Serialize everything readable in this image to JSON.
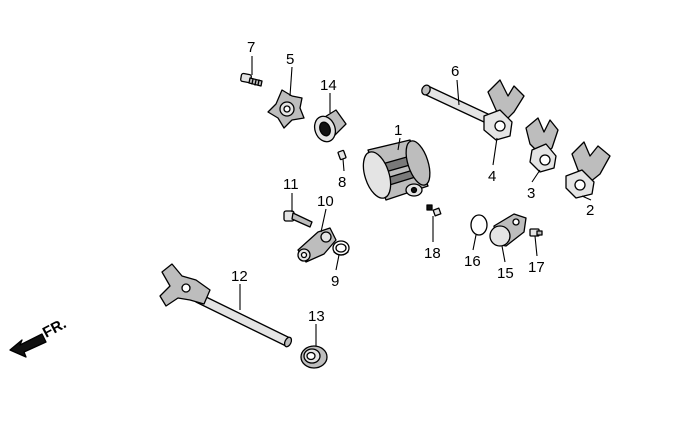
{
  "direction_label": "FR.",
  "callouts": [
    {
      "id": "1",
      "text": "1"
    },
    {
      "id": "2",
      "text": "2"
    },
    {
      "id": "3",
      "text": "3"
    },
    {
      "id": "4",
      "text": "4"
    },
    {
      "id": "5",
      "text": "5"
    },
    {
      "id": "6",
      "text": "6"
    },
    {
      "id": "7",
      "text": "7"
    },
    {
      "id": "8",
      "text": "8"
    },
    {
      "id": "9",
      "text": "9"
    },
    {
      "id": "10",
      "text": "10"
    },
    {
      "id": "11",
      "text": "11"
    },
    {
      "id": "12",
      "text": "12"
    },
    {
      "id": "13",
      "text": "13"
    },
    {
      "id": "14",
      "text": "14"
    },
    {
      "id": "15",
      "text": "15"
    },
    {
      "id": "16",
      "text": "16"
    },
    {
      "id": "17",
      "text": "17"
    },
    {
      "id": "18",
      "text": "18"
    }
  ]
}
